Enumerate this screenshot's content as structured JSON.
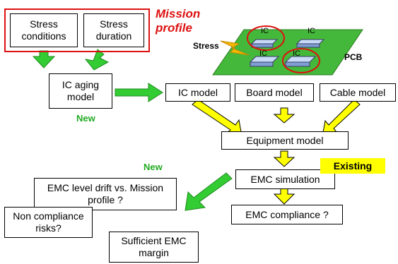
{
  "mission_profile": {
    "title_line1": "Mission",
    "title_line2": "profile",
    "stress_conditions": "Stress conditions",
    "stress_duration": "Stress duration"
  },
  "pcb_illustration": {
    "stress_label": "Stress",
    "ic_labels": [
      "IC",
      "IC",
      "IC",
      "IC"
    ],
    "board_label": "PCB"
  },
  "models": {
    "ic_aging_model": "IC aging model",
    "new_label_1": "New",
    "ic_model": "IC model",
    "board_model": "Board model",
    "cable_model": "Cable model",
    "equipment_model": "Equipment model"
  },
  "simulation": {
    "emc_simulation": "EMC simulation",
    "existing_label": "Existing",
    "emc_compliance": "EMC compliance ?",
    "new_label_2": "New"
  },
  "outputs": {
    "level_drift": "EMC level drift vs. Mission profile ?",
    "non_compliance": "Non compliance risks?",
    "sufficient_margin": "Sufficient EMC margin"
  },
  "colors": {
    "accent_red": "#dd1111",
    "green_arrow": "#33cc33",
    "yellow_arrow": "#ffff00",
    "existing_bg": "#ffff00",
    "pcb_green": "#44b83a",
    "ic_blue": "#a8c4ee"
  }
}
